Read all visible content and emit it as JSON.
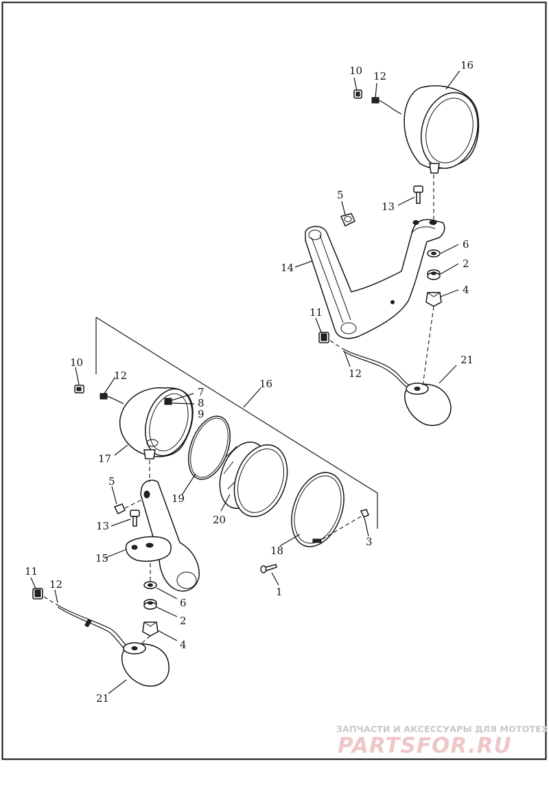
{
  "diagram": {
    "type": "exploded parts diagram",
    "callouts": {
      "c1": "1",
      "c2a": "2",
      "c2b": "2",
      "c3": "3",
      "c4a": "4",
      "c4b": "4",
      "c5a": "5",
      "c5b": "5",
      "c6a": "6",
      "c6b": "6",
      "c7": "7",
      "c8": "8",
      "c9": "9",
      "c10a": "10",
      "c10b": "10",
      "c11a": "11",
      "c11b": "11",
      "c12a": "12",
      "c12b": "12",
      "c12c": "12",
      "c12d": "12",
      "c13a": "13",
      "c13b": "13",
      "c14": "14",
      "c15": "15",
      "c16a": "16",
      "c16b": "16",
      "c17": "17",
      "c18": "18",
      "c19": "19",
      "c20": "20",
      "c21a": "21",
      "c21b": "21"
    }
  },
  "watermark": {
    "tagline": "ЗАПЧАСТИ И АКСЕССУАРЫ ДЛЯ МОТОТЕХНИКИ",
    "logo": "PARTSFOR.RU",
    "logo_color": "#e9b8b8",
    "tagline_color": "#c8c8c8"
  }
}
